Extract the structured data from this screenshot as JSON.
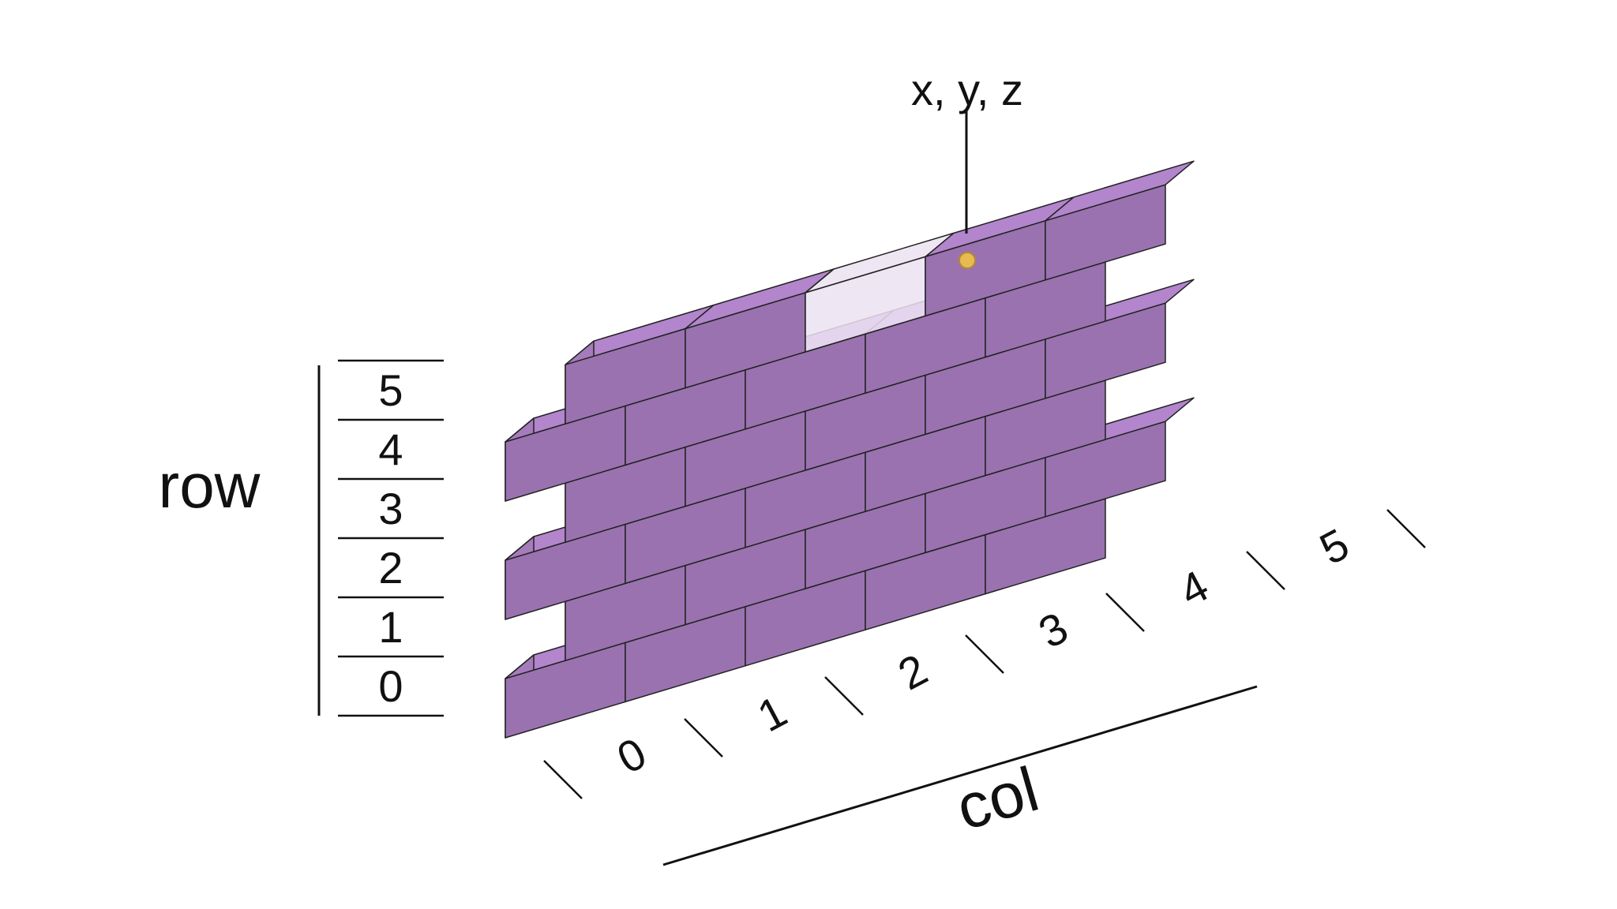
{
  "diagram": {
    "row_axis": {
      "title": "row",
      "labels": [
        "0",
        "1",
        "2",
        "3",
        "4",
        "5"
      ]
    },
    "col_axis": {
      "title": "col",
      "labels": [
        "0",
        "1",
        "2",
        "3",
        "4",
        "5"
      ]
    },
    "highlight": {
      "label": "x, y, z",
      "row": 5,
      "col": 3
    },
    "colors": {
      "brick_front": "#9a72b0",
      "brick_top": "#b285cc",
      "brick_side": "#a47cbb",
      "outline": "#222222",
      "highlight_fill": "#ece2f2",
      "marker": "#e8bb50"
    }
  }
}
